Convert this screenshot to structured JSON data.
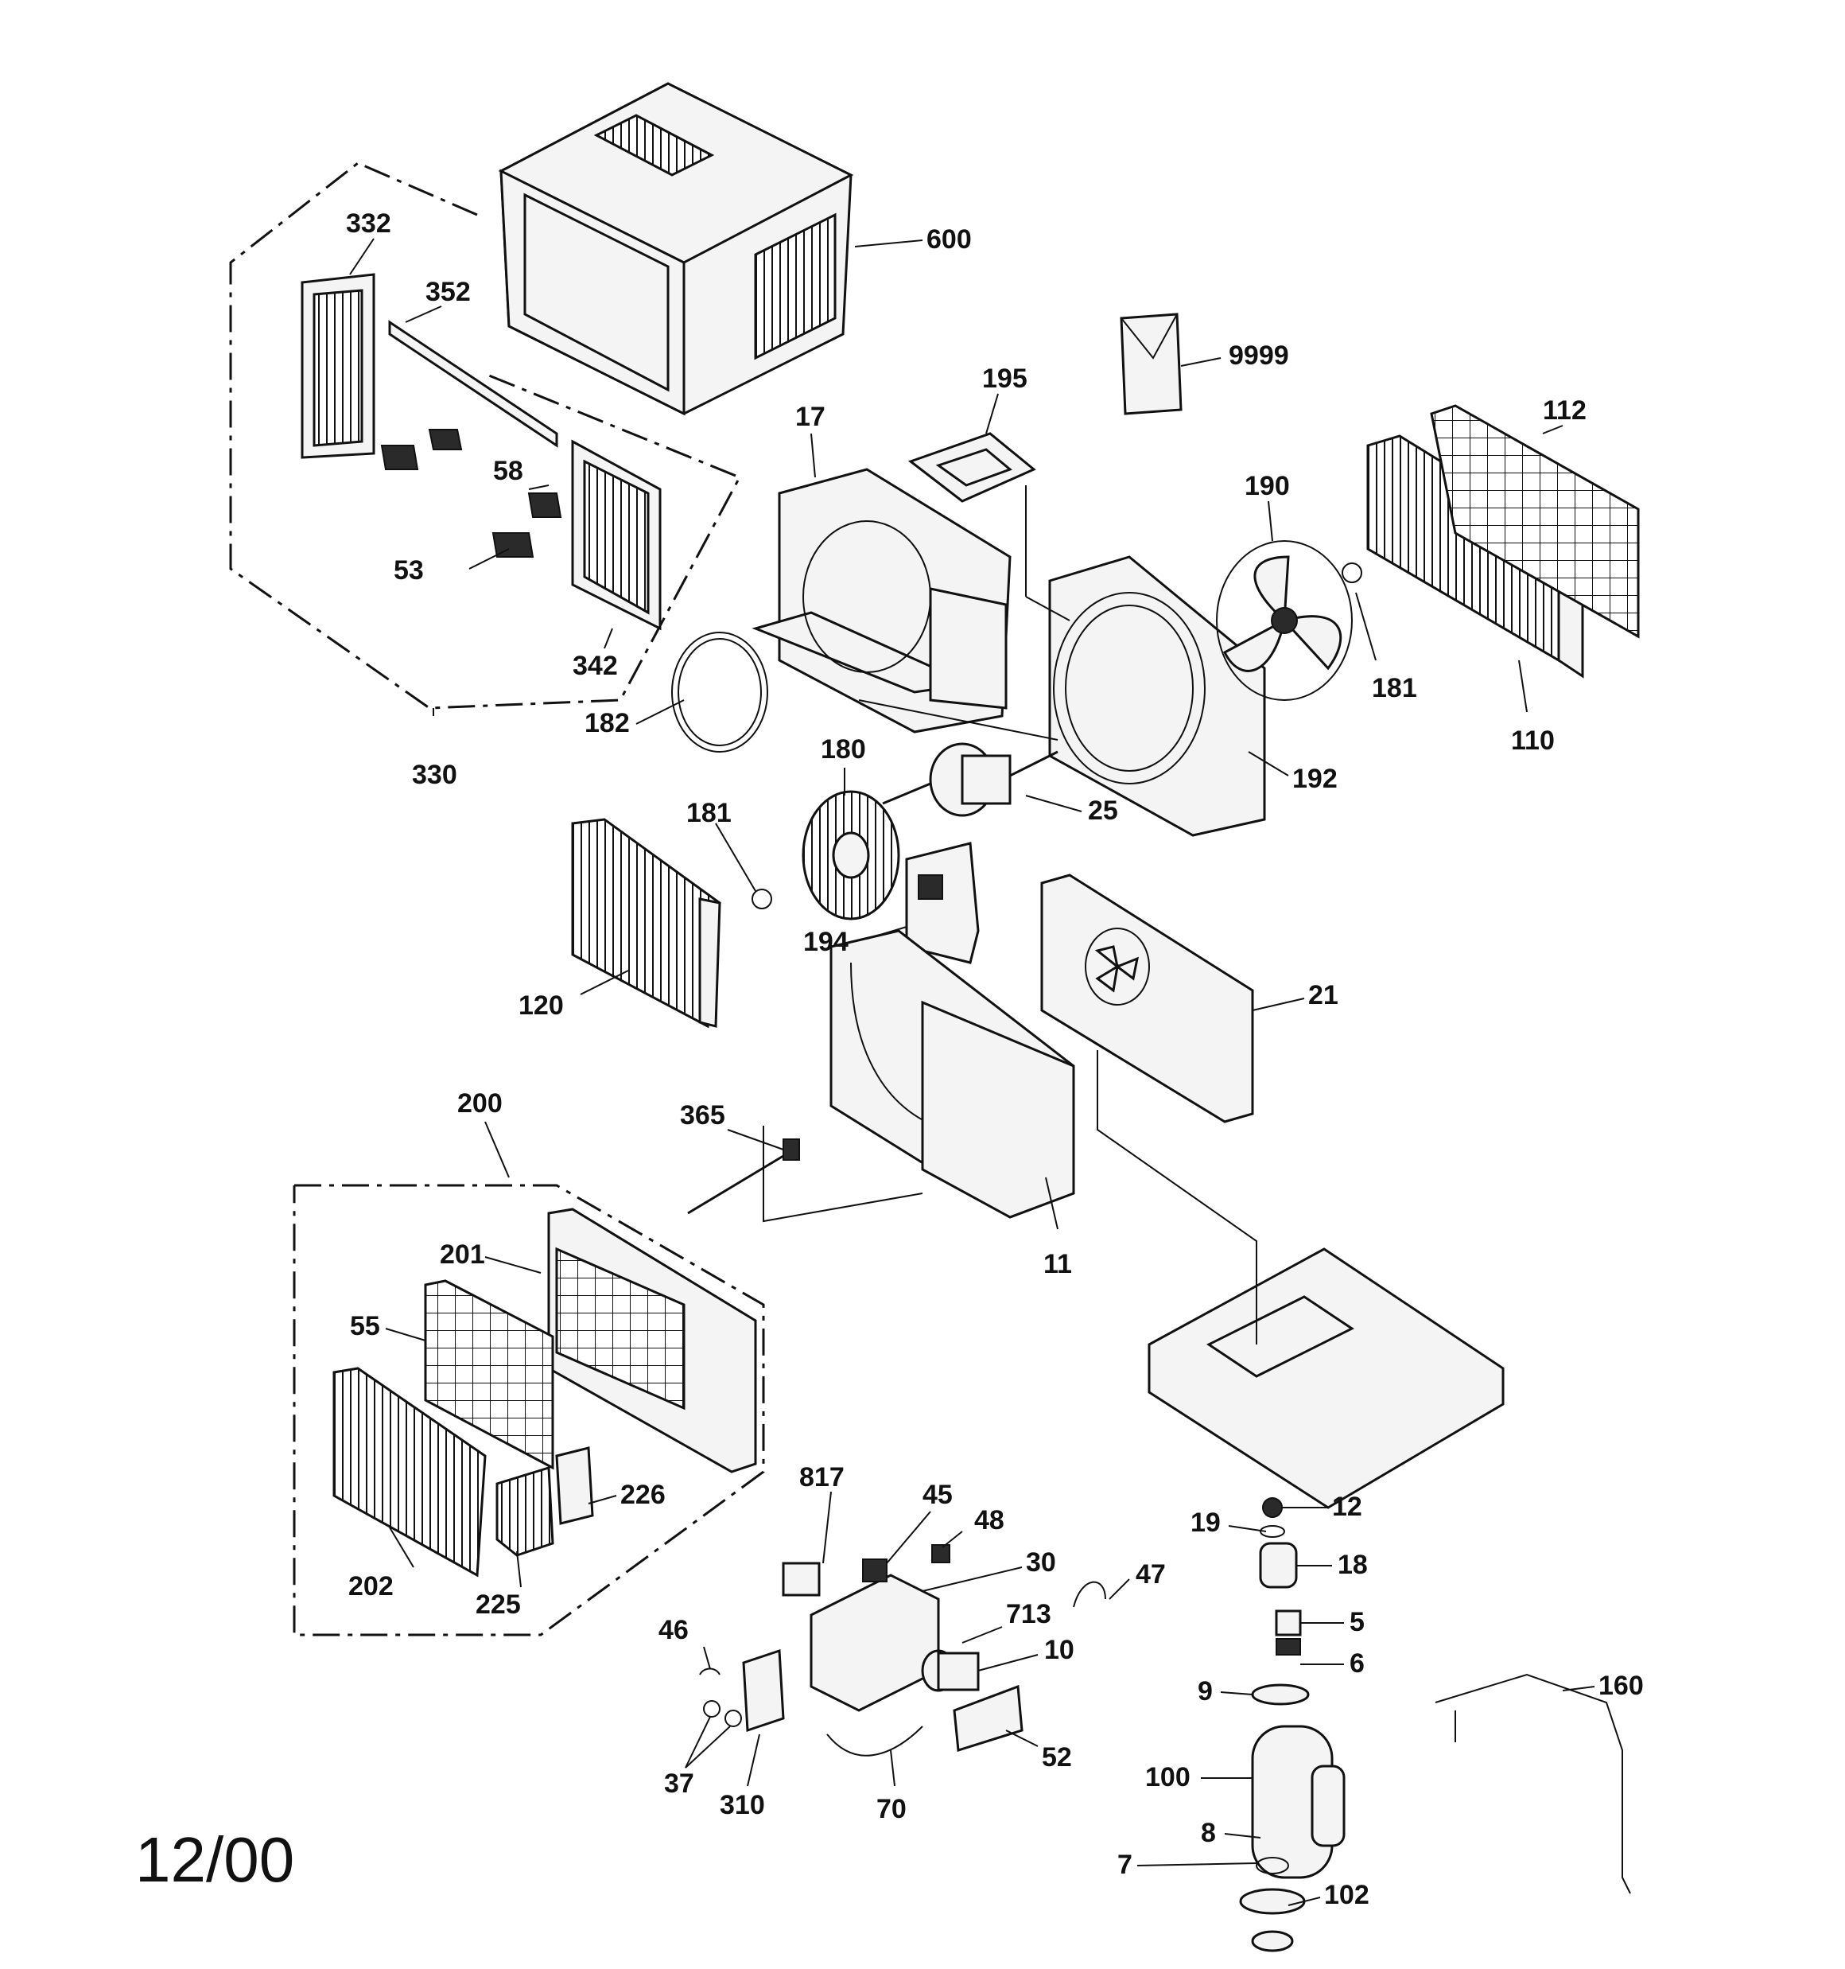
{
  "diagram": {
    "footer_date": "12/00",
    "callouts": [
      "332",
      "352",
      "600",
      "9999",
      "195",
      "17",
      "112",
      "190",
      "58",
      "53",
      "342",
      "181",
      "110",
      "182",
      "330",
      "180",
      "25",
      "192",
      "181",
      "194",
      "120",
      "21",
      "200",
      "365",
      "11",
      "201",
      "55",
      "226",
      "202",
      "225",
      "817",
      "45",
      "48",
      "30",
      "47",
      "713",
      "10",
      "12",
      "19",
      "18",
      "5",
      "6",
      "9",
      "46",
      "160",
      "37",
      "310",
      "70",
      "52",
      "100",
      "8",
      "7",
      "102"
    ]
  }
}
